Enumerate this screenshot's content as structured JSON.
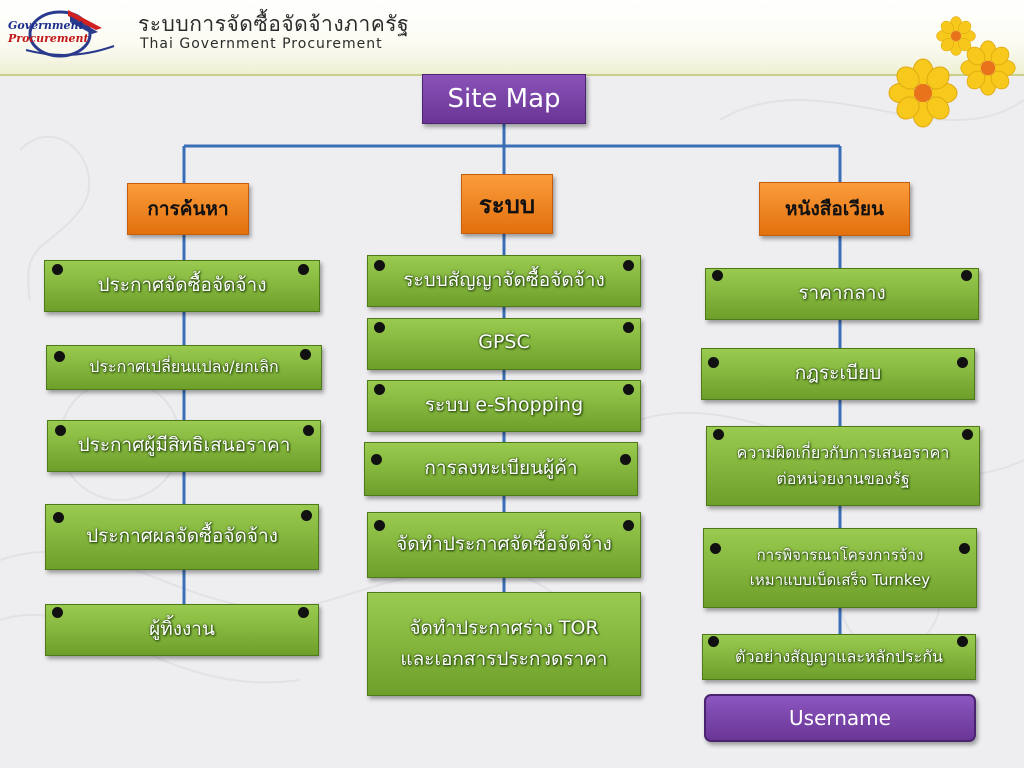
{
  "header": {
    "logo_line1": "Government",
    "logo_line2": "Procurement",
    "title_th": "ระบบการจัดซื้อจัดจ้างภาครัฐ",
    "title_en": "Thai Government Procurement"
  },
  "sitemap_label": "Site Map",
  "categories": {
    "search": "การค้นหา",
    "system": "ระบบ",
    "circular": "หนังสือเวียน"
  },
  "search_items": [
    "ประกาศจัดซื้อจัดจ้าง",
    "ประกาศเปลี่ยนแปลง/ยกเลิก",
    "ประกาศผู้มีสิทธิเสนอราคา",
    "ประกาศผลจัดซื้อจัดจ้าง",
    "ผู้ทิ้งงาน"
  ],
  "system_items": [
    "ระบบสัญญาจัดซื้อจัดจ้าง",
    "GPSC",
    "ระบบ e-Shopping",
    "การลงทะเบียนผู้ค้า",
    "จัดทำประกาศจัดซื้อจัดจ้าง",
    {
      "line1": "จัดทำประกาศร่าง TOR",
      "line2": "และเอกสารประกวดราคา"
    }
  ],
  "circular_items": [
    "ราคากลาง",
    "กฎระเบียบ",
    {
      "line1": "ความผิดเกี่ยวกับการเสนอราคา",
      "line2": "ต่อหน่วยงานของรัฐ"
    },
    {
      "line1": "การพิจารณาโครงการจ้าง",
      "line2": "เหมาแบบเบ็ดเสร็จ Turnkey"
    },
    "ตัวอย่างสัญญาและหลักประกัน"
  ],
  "username_label": "Username",
  "colors": {
    "connector": "#3a6fb8",
    "sitemap_box": "#7a44a8",
    "category_box": "#f28a25",
    "item_box": "#86b83e",
    "username_box": "#7a44a8"
  }
}
